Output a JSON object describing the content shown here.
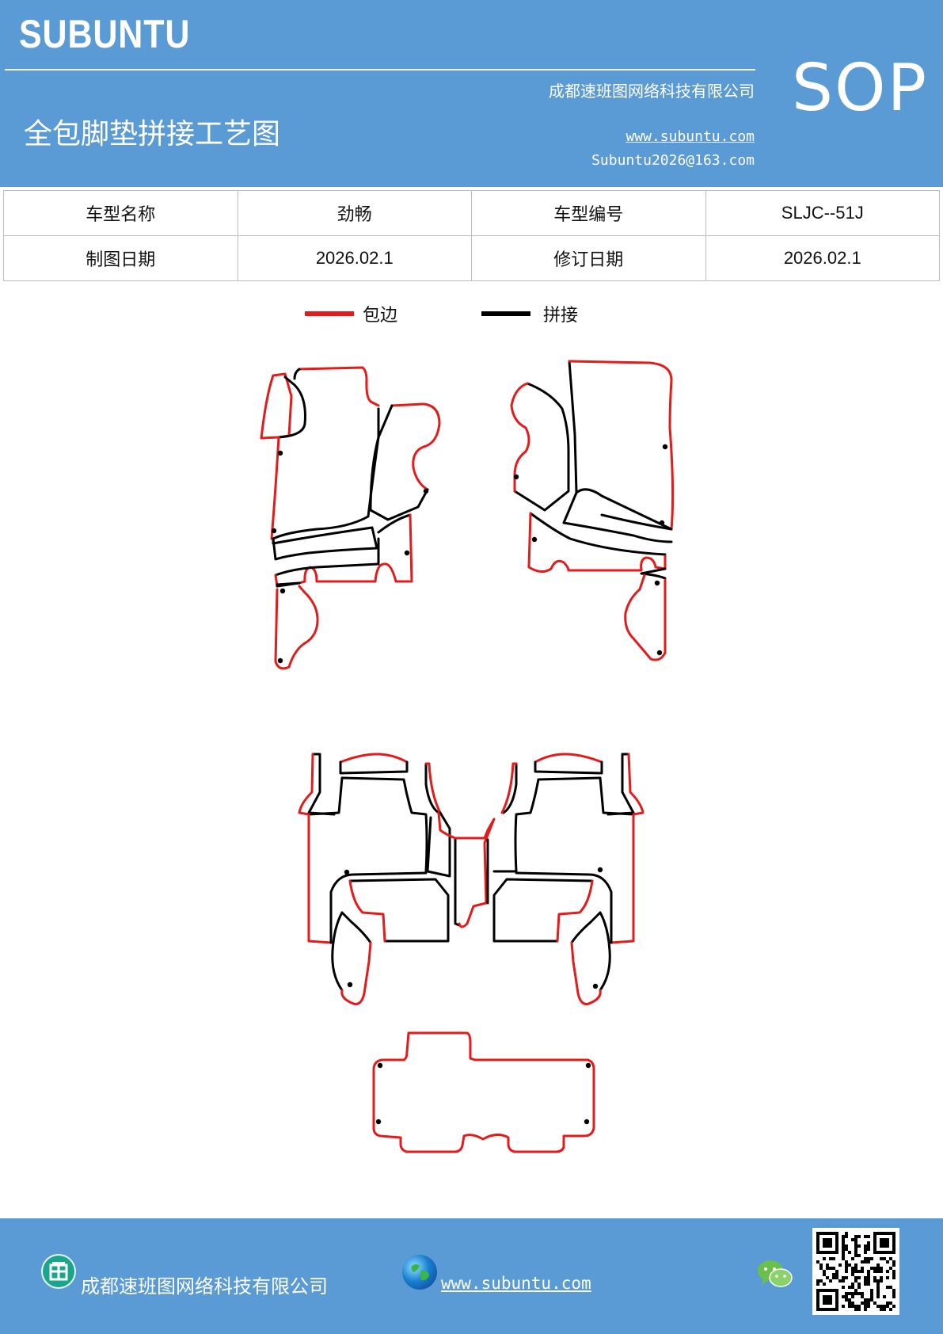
{
  "header": {
    "brand": "SUBUNTU",
    "company": "成都速班图网络科技有限公司",
    "title": "全包脚垫拼接工艺图",
    "website": "www.subuntu.com",
    "email": "Subuntu2026@163.com",
    "badge": "SOP"
  },
  "info_table": {
    "rows": [
      {
        "label1": "车型名称",
        "value1": "劲畅",
        "label2": "车型编号",
        "value2": "SLJC--51J"
      },
      {
        "label1": "制图日期",
        "value1": "2026.02.1",
        "label2": "修订日期",
        "value2": "2026.02.1"
      }
    ]
  },
  "legend": {
    "items": [
      {
        "label": "包边",
        "color": "#e31b1b"
      },
      {
        "label": "拼接",
        "color": "#000000"
      }
    ]
  },
  "footer": {
    "company": "成都速班图网络科技有限公司",
    "website": "www.subuntu.com",
    "icons": [
      "company-icon",
      "globe-icon",
      "wechat-icon",
      "qr-code"
    ]
  },
  "colors": {
    "header_bg": "#5b9bd5",
    "edge_red": "#e31b1b",
    "seam_black": "#000000"
  }
}
